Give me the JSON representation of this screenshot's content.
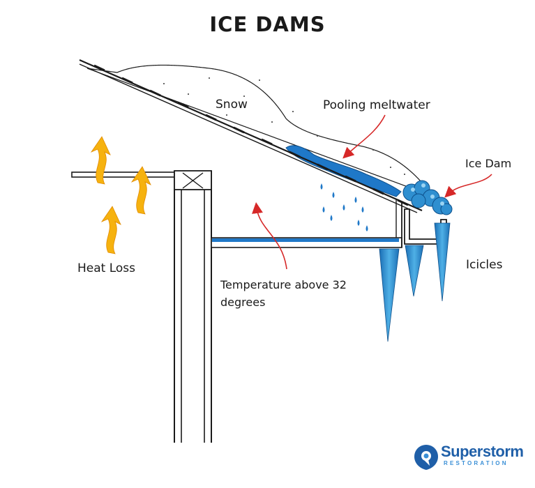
{
  "title": "ICE DAMS",
  "labels": {
    "snow": "Snow",
    "pooling": "Pooling meltwater",
    "ice_dam": "Ice Dam",
    "heat_loss": "Heat Loss",
    "temperature": "Temperature above 32 degrees",
    "icicles": "Icicles"
  },
  "logo": {
    "name": "Superstorm",
    "subtitle": "RESTORATION"
  },
  "colors": {
    "ice": "#2f8fd0",
    "water": "#1f78c8",
    "heat_arrow": "#f6b20f",
    "annotation_arrow": "#d62828",
    "outline": "#1a1a1a",
    "logo_blue": "#1f5fa8"
  }
}
